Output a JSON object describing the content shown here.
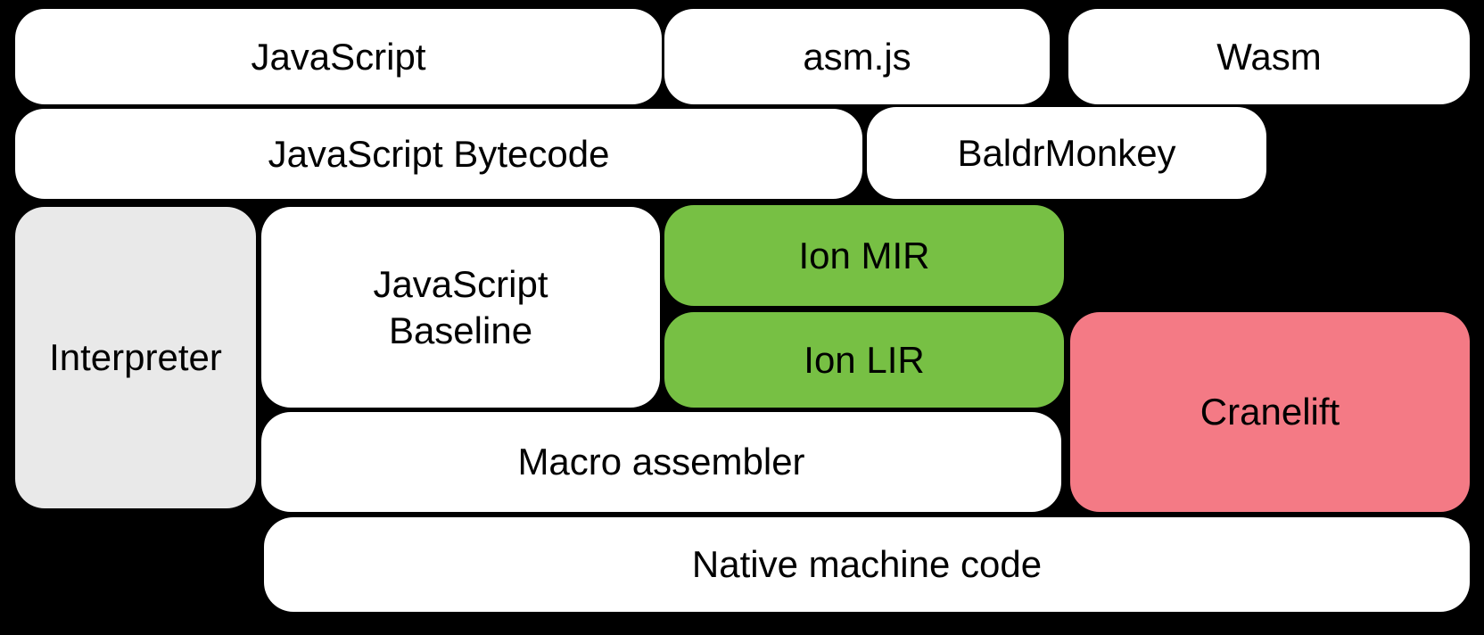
{
  "diagram": {
    "background_color": "#000000",
    "text_color": "#000000",
    "colors": {
      "default_box": "#ffffff",
      "interpreter_box": "#e9e9e9",
      "ion_box": "#77c044",
      "cranelift_box": "#f47a85"
    },
    "boxes": {
      "javascript": {
        "label": "JavaScript"
      },
      "asmjs": {
        "label": "asm.js"
      },
      "wasm": {
        "label": "Wasm"
      },
      "javascript_bytecode": {
        "label": "JavaScript Bytecode"
      },
      "baldrmonkey": {
        "label": "BaldrMonkey"
      },
      "interpreter": {
        "label": "Interpreter"
      },
      "javascript_baseline": {
        "label": "JavaScript\nBaseline"
      },
      "ion_mir": {
        "label": "Ion MIR"
      },
      "ion_lir": {
        "label": "Ion LIR"
      },
      "cranelift": {
        "label": "Cranelift"
      },
      "macro_assembler": {
        "label": "Macro assembler"
      },
      "native_machine_code": {
        "label": "Native machine code"
      }
    }
  }
}
